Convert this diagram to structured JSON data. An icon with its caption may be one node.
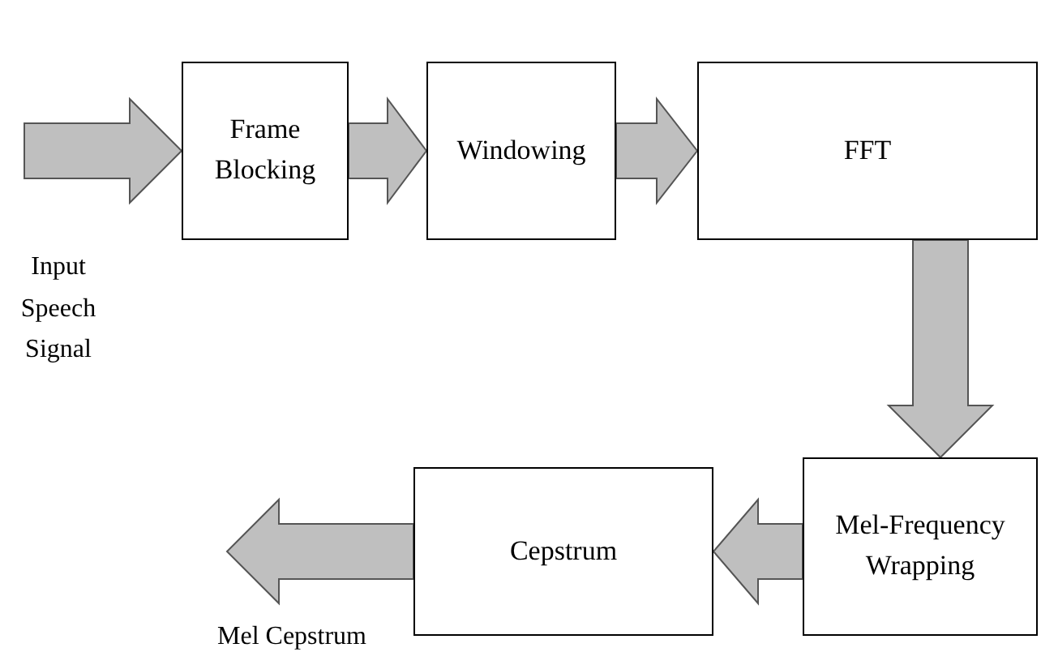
{
  "diagram": {
    "nodes": [
      {
        "text": [
          "Frame Blocking"
        ]
      },
      {
        "text": [
          "Windowing"
        ]
      },
      {
        "text": [
          "FFT"
        ]
      },
      {
        "text": [
          "Mel-Frequency Wrapping"
        ]
      },
      {
        "text": [
          "Cepstrum"
        ]
      }
    ],
    "edges": [
      {
        "from": null,
        "to": 0,
        "arrow": "to"
      },
      {
        "from": 0,
        "to": 1,
        "arrow": "to"
      },
      {
        "from": 1,
        "to": 2,
        "arrow": "to"
      },
      {
        "from": 2,
        "to": 3,
        "arrow": "to"
      },
      {
        "from": 3,
        "to": 4,
        "arrow": "to"
      },
      {
        "from": 4,
        "to": null,
        "arrow": "to"
      }
    ],
    "labels": [
      "Input Speech Signal",
      "Mel Cepstrum"
    ]
  }
}
